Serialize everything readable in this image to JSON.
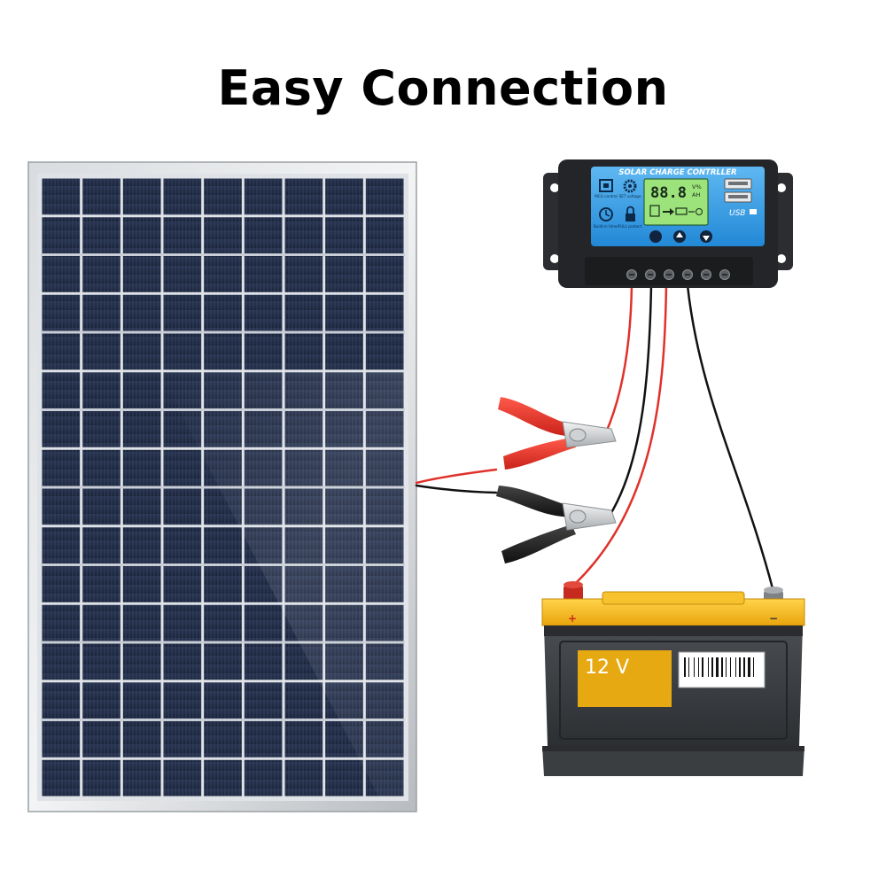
{
  "title": "Easy Connection",
  "controller": {
    "brand_label": "SOLAR CHARGE CONTRLLER",
    "icons": [
      {
        "icon": "mcu-chip-icon",
        "label": "MCU control"
      },
      {
        "icon": "gear-icon",
        "label": "SET voltage"
      },
      {
        "icon": "clock-icon",
        "label": "Build-in timer"
      },
      {
        "icon": "lock-icon",
        "label": "FULL protect"
      }
    ],
    "lcd_digits": "88.8",
    "lcd_unit_top": "V%",
    "lcd_unit_bottom": "AH",
    "usb_label": "USB",
    "buttons": [
      "menu-button",
      "up-button",
      "down-button"
    ]
  },
  "battery": {
    "voltage_label": "12 V",
    "positive_mark": "+",
    "negative_mark": "−"
  },
  "colors": {
    "wire_red": "#e0312b",
    "wire_black": "#111111",
    "controller_blue": "#3aa0e8",
    "lcd_green": "#9be37a",
    "battery_yellow": "#f3b517",
    "battery_body": "#3a3d40",
    "panel_cell": "#1e2a44"
  }
}
